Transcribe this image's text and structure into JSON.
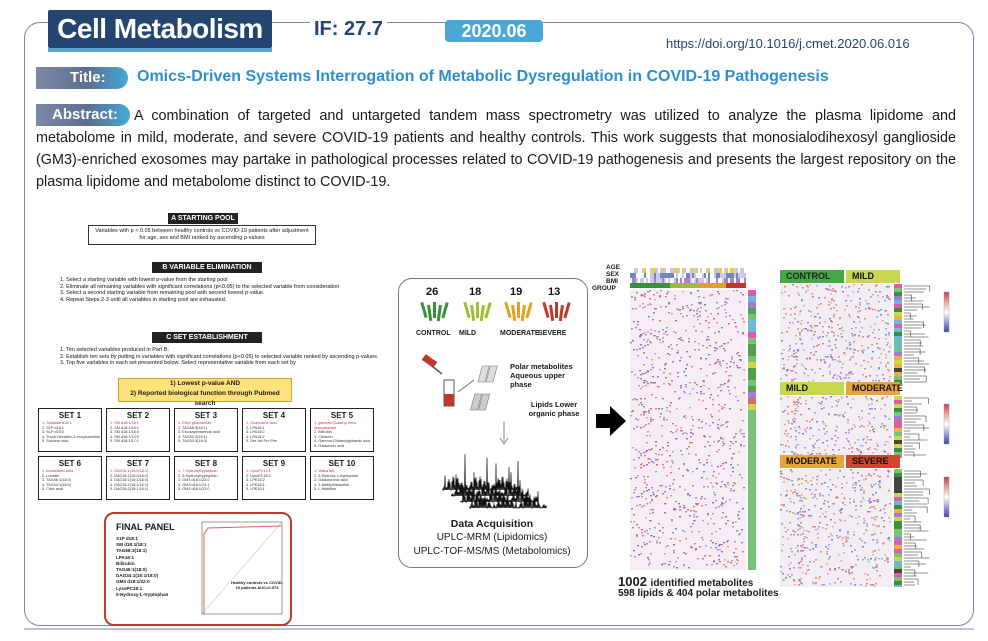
{
  "header": {
    "journal": "Cell Metabolism",
    "impact_factor": "IF: 27.7",
    "date": "2020.06",
    "doi": "https://doi.org/10.1016/j.cmet.2020.06.016"
  },
  "title_label": "Title:",
  "title": "Omics-Driven Systems Interrogation of Metabolic Dysregulation in COVID-19 Pathogenesis",
  "abstract_label": "Abstract:",
  "abstract": "A combination of targeted and untargeted tandem mass spectrometry was utilized to analyze the plasma lipidome and metabolome in mild, moderate, and severe COVID-19 patients and healthy controls. This work suggests that monosialodihexosyl ganglioside (GM3)-enriched exosomes may partake in pathological processes related to COVID-19 pathogenesis and presents the largest repository on the plasma lipidome and metabolome distinct to COVID-19.",
  "figure": {
    "left": {
      "a_title": "A   STARTING POOL",
      "a_text": "Variables with p < 0.05 between healthy controls vs COVID-19 patients after adjustment for age, sex and BMI ranked by ascending p-values",
      "b_title": "B   VARIABLE ELIMINATION",
      "b_steps": [
        "1.  Select a starting variable with lowest p-value from the starting pool",
        "2.  Eliminate all remaining variables with significant correlations (p<0.05) to the selected variable from consideration",
        "3.  Select a second starting variable from remaining pool with second lowest p-value.",
        "4.  Repeat Steps 2-3 until all variables in starting pool are exhausted."
      ],
      "c_title": "C   SET ESTABLISHMENT",
      "c_steps": [
        "1.  Ten selected variables produced in Part B.",
        "2.  Establish ten sets by putting in variables with significant correlations (p<0.05) to selected variable ranked by ascending p-values.",
        "3.  Top five variables in each set presented below. Select representative variable from each set by"
      ],
      "criteria_1": "1) Lowest p-value AND",
      "criteria_2": "2) Reported biological function through Pubmed search",
      "sets": [
        {
          "name": "SET 1",
          "items": [
            "1. Sulfatide d18:1",
            "2. S1P d18:1",
            "3. S1P d18:0",
            "4. Trans-Hexadec-2-enoylcarnitine",
            "5. Succinic acid"
          ]
        },
        {
          "name": "SET 2",
          "items": [
            "1. SM d18:1/18:1",
            "2. SM d18:1/16:1",
            "3. SM d18:1/18:0",
            "4. SM d18:1/14:0",
            "5. SM d18:1/17:1"
          ]
        },
        {
          "name": "SET 3",
          "items": [
            "1. Ethyl glucuronide",
            "2. TAG68:3(18:1)",
            "3. Eicosapentaenoic acid",
            "4. TAG50:2(18:1)",
            "5. TAG50:3(18:0)"
          ]
        },
        {
          "name": "SET 4",
          "items": [
            "1. Guanosine acid",
            "2. LPA16:1",
            "3. LPA16:0",
            "4. LPA16:2",
            "5. Ser Val Pro Phe"
          ]
        },
        {
          "name": "SET 5",
          "items": [
            "1. gamma-Glutamyl beta-cyanoalanine",
            "2. Bilirubin",
            "3. Citraurin",
            "4. Gamma-Glutamylglutamic acid",
            "5. Galactonic acid"
          ]
        },
        {
          "name": "SET 6",
          "items": [
            "1. Indolelactic acid",
            "2. Lumisin",
            "3. TAG46:1(18:0)",
            "4. TAG44:1(16:0)",
            "5. Citric acid"
          ]
        },
        {
          "name": "SET 7",
          "items": [
            "1. DAG34:1(16:0/18:1)",
            "2. DAG34:2(16:0/18:2)",
            "3. DAG34:1(16:1/18:0)",
            "4. DAG34:2(18:1/16:1)",
            "5. DAG36:2(18:1/18:1)"
          ]
        },
        {
          "name": "SET 8",
          "items": [
            "1. 7-Hydroxytryptophan",
            "2. 5-Hydroxytryptophan",
            "3. GM3 d18:1/22:0",
            "4. GM3 d18:1/24:1",
            "5. GM3 d18:1/23:0"
          ]
        },
        {
          "name": "SET 9",
          "items": [
            "1. LysoPC18:1",
            "2. LysoPC18:2",
            "3. LPE18:2",
            "4. LPE18:1",
            "5. LPE16:1"
          ]
        },
        {
          "name": "SET 10",
          "items": [
            "1. Valsartan",
            "2. 5-Hydroxy-L-tryptophan",
            "3. Galacturonic acid",
            "4. 1-Methylhistamine",
            "5. L-Histidine"
          ]
        }
      ],
      "final_title": "FINAL PANEL",
      "final_items": [
        "S1P d18:1",
        "SM d18:1/18:1",
        "TAG68:3(18:1)",
        "LPA16:1",
        "Bilirubin",
        "TAG46:1(18:0)",
        "DAG34:1(16:1/18:0)",
        "GM3 d18:1/22:0",
        "LysoPC18:1",
        "5-Hydroxy-L-tryptophan"
      ],
      "roc_caption": "Healthy controls vs COVID-19 patients AUC=0.973"
    },
    "middle": {
      "groups": [
        {
          "count": "26",
          "label": "CONTROL",
          "color": "#3a8f3a"
        },
        {
          "count": "18",
          "label": "MILD",
          "color": "#9bbf2e"
        },
        {
          "count": "19",
          "label": "MODERATE",
          "color": "#e3a21a"
        },
        {
          "count": "13",
          "label": "SEVERE",
          "color": "#c0392b"
        }
      ],
      "polar_label": "Polar metabolites Aqueous upper phase",
      "lipid_label": "Lipids Lower organic phase",
      "acq_title": "Data Acquisition",
      "acq_line1": "UPLC-MRM (Lipidomics)",
      "acq_line2": "UPLC-TOF-MS/MS (Metabolomics)"
    },
    "heatmap": {
      "row_labels": [
        "AGE",
        "SEX",
        "BMI",
        "GROUP"
      ],
      "identified_count": "1002",
      "identified_text": "identified metabolites",
      "breakdown": "598 lipids & 404 polar metabolites"
    },
    "comparisons": [
      {
        "a": "CONTROL",
        "b": "MILD",
        "a_color": "#45a845",
        "b_color": "#c8d84a"
      },
      {
        "a": "MILD",
        "b": "MODERATE",
        "a_color": "#c8d84a",
        "b_color": "#e8a53a"
      },
      {
        "a": "MODERATE",
        "b": "SEVERE",
        "a_color": "#e8a53a",
        "b_color": "#d0472f"
      }
    ]
  }
}
